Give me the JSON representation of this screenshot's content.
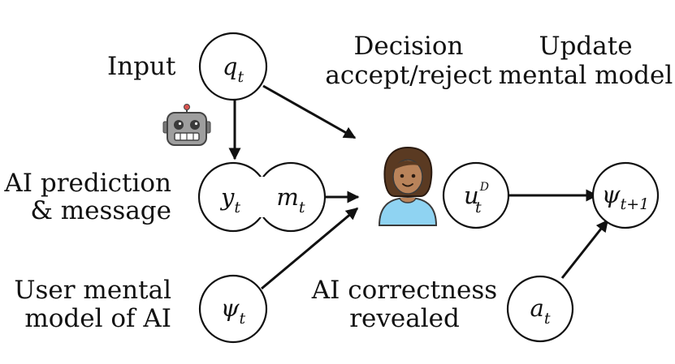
{
  "labels": {
    "input": "Input",
    "decision_line1": "Decision",
    "decision_line2": "accept/reject",
    "update_line1": "Update",
    "update_line2": "mental model",
    "ai_pred_line1": "AI prediction",
    "ai_pred_line2": "& message",
    "user_mm_line1": "User mental",
    "user_mm_line2": "model of AI",
    "ai_corr_line1": "AI correctness",
    "ai_corr_line2": "revealed"
  },
  "nodes": {
    "q": {
      "base": "q",
      "sub": "t"
    },
    "y": {
      "base": "y",
      "sub": "t"
    },
    "m": {
      "base": "m",
      "sub": "t"
    },
    "u": {
      "base": "u",
      "sub": "t",
      "sup": "D"
    },
    "psi_next": {
      "base": "ψ",
      "sub": "t+1"
    },
    "psi": {
      "base": "ψ",
      "sub": "t"
    },
    "a": {
      "base": "a",
      "sub": "t"
    }
  },
  "icons": {
    "robot": "robot-icon",
    "person": "person-icon"
  },
  "colors": {
    "stroke": "#111111",
    "robot_body": "#9e9e9e",
    "person_skin": "#b9835a",
    "person_hair": "#5a3a22",
    "person_shirt": "#8fd3f2"
  }
}
